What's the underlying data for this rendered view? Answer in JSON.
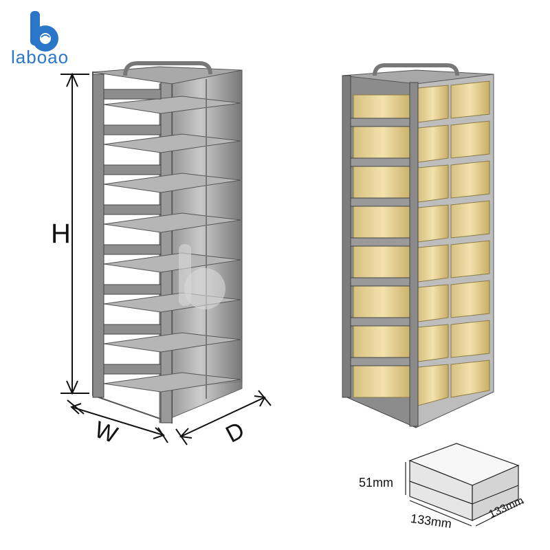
{
  "brand": {
    "name": "laboao",
    "color": "#2a76c9"
  },
  "dimensions": {
    "height": "H",
    "width": "W",
    "depth": "D"
  },
  "box": {
    "height": "51mm",
    "width": "133mm",
    "depth": "133mm"
  },
  "colors": {
    "steel": "#9a9a9a",
    "steel_dark": "#5f5f5f",
    "cardboard": "#e9d7a0"
  }
}
